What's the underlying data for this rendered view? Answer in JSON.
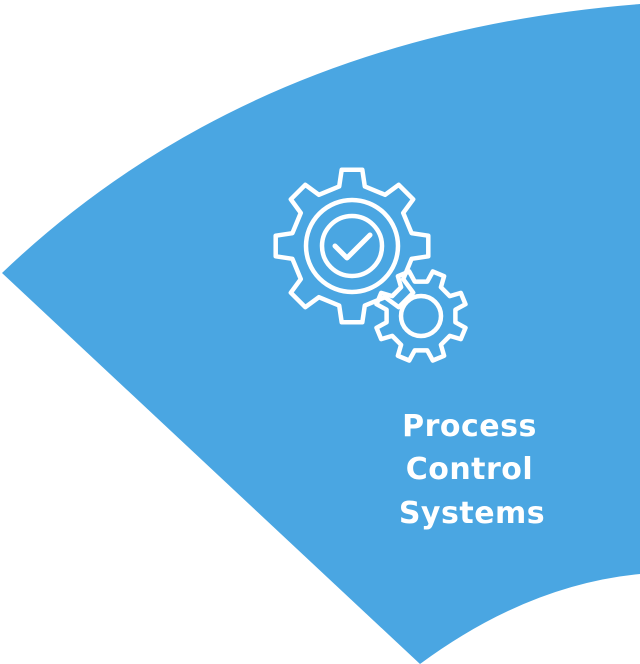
{
  "segment": {
    "fill_color": "#4aa6e2",
    "icon_color": "#ffffff",
    "icon": "gears-with-checkmark-icon",
    "label_lines": [
      "Process",
      "Control",
      "Systems"
    ]
  }
}
